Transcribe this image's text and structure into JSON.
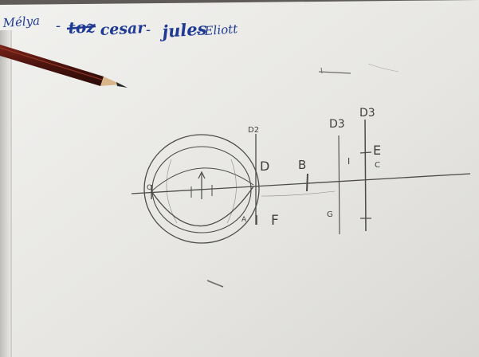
{
  "names": {
    "first": "Mélya",
    "crossed": "toz",
    "second": "cesar",
    "third": "jules",
    "fourth": "Eliott",
    "dash": "-"
  },
  "labels": {
    "D2": "D2",
    "D3_left": "D3",
    "D3_right": "D3",
    "D": "D",
    "B": "B",
    "E": "E",
    "F": "F",
    "G": "G",
    "I": "I",
    "C": "C",
    "A": "A",
    "O": "O"
  },
  "colors": {
    "paper": "#e9e8e4",
    "pencil_lines": "#4b4b4b",
    "ink": "#1f3a93",
    "pencil_body": "#5b1a14"
  }
}
